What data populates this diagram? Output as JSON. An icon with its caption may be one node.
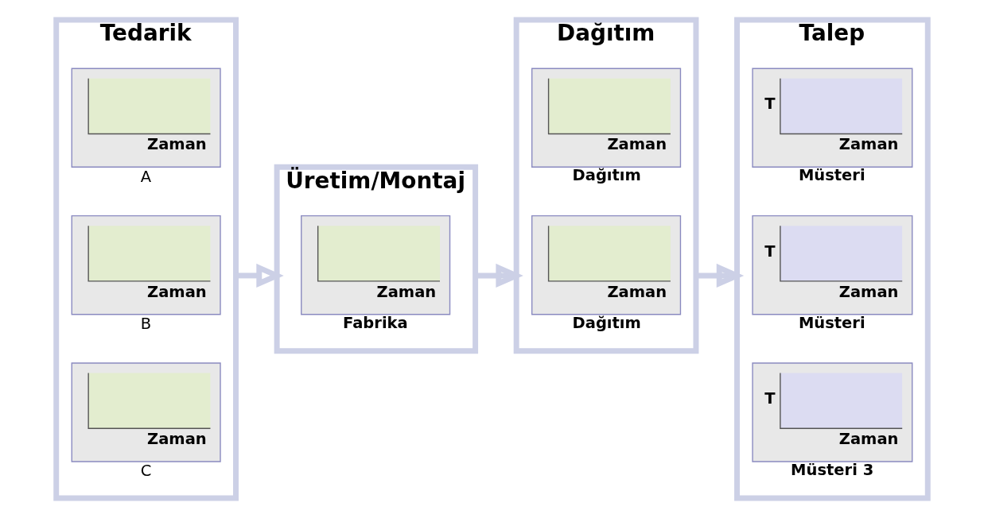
{
  "diagram": {
    "nodes": [
      {
        "text": [
          "Tedarik"
        ]
      },
      {
        "text": [
          "Zaman"
        ],
        "beside": [
          "A"
        ],
        "in": 0
      },
      {
        "text": [
          "Zaman"
        ],
        "beside": [
          "B"
        ],
        "in": 0
      },
      {
        "text": [
          "Zaman"
        ],
        "beside": [
          "C"
        ],
        "in": 0
      },
      {
        "text": [
          "Üretim/Montaj"
        ]
      },
      {
        "text": [
          "Zaman"
        ],
        "beside": [
          "Fabrika"
        ],
        "in": 4
      },
      {
        "text": [
          "Dağıtım"
        ]
      },
      {
        "text": [
          "Zaman"
        ],
        "beside": [
          "Dağıtım"
        ],
        "in": 6
      },
      {
        "text": [
          "Zaman"
        ],
        "beside": [
          "Dağıtım"
        ],
        "in": 6
      },
      {
        "text": [
          "Talep"
        ]
      },
      {
        "text": [
          "T",
          "Zaman"
        ],
        "beside": [
          "Müsteri"
        ],
        "in": 9
      },
      {
        "text": [
          "T",
          "Zaman"
        ],
        "beside": [
          "Müsteri"
        ],
        "in": 9
      },
      {
        "text": [
          "T",
          "Zaman"
        ],
        "beside": [
          "Müsteri 3"
        ],
        "in": 9
      }
    ],
    "edges": [
      {
        "from": 0,
        "to": 4,
        "arrow": "to"
      },
      {
        "from": 4,
        "to": 6,
        "arrow": "to"
      },
      {
        "from": 6,
        "to": 9,
        "arrow": "to"
      }
    ]
  }
}
